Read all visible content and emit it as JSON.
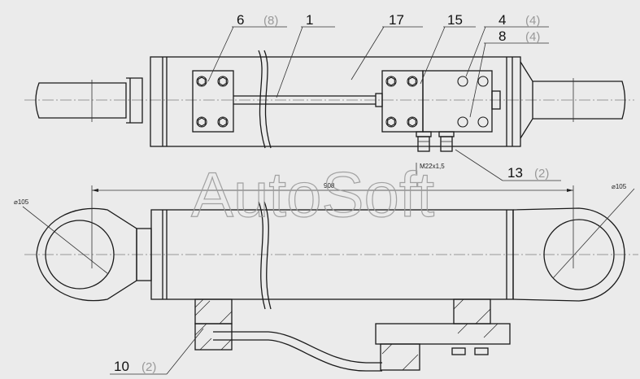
{
  "drawing": {
    "callouts": [
      {
        "id": "c6",
        "number": "6",
        "qty": "(8)"
      },
      {
        "id": "c1",
        "number": "1",
        "qty": ""
      },
      {
        "id": "c17",
        "number": "17",
        "qty": ""
      },
      {
        "id": "c15",
        "number": "15",
        "qty": ""
      },
      {
        "id": "c4",
        "number": "4",
        "qty": "(4)"
      },
      {
        "id": "c8",
        "number": "8",
        "qty": "(4)"
      },
      {
        "id": "c13",
        "number": "13",
        "qty": "(2)"
      },
      {
        "id": "c10",
        "number": "10",
        "qty": "(2)"
      }
    ],
    "dimensions": {
      "thread": "M22x1,5",
      "length": "908",
      "eye_left": "⌀105",
      "eye_right": "⌀105"
    },
    "watermark": "AutoSoft"
  }
}
